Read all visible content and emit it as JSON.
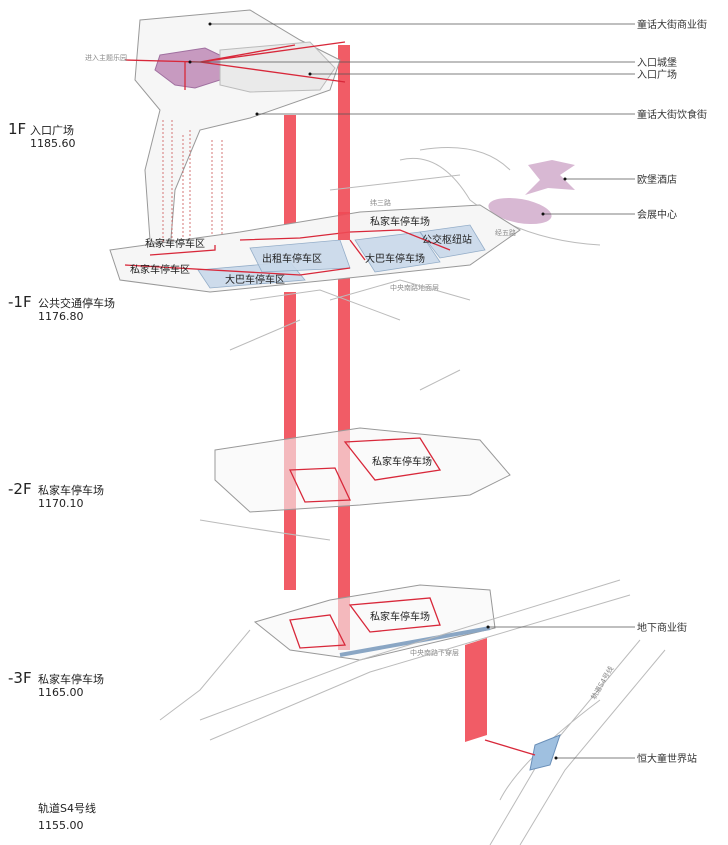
{
  "levels": [
    {
      "code": "1F",
      "name": "入口广场",
      "elevation": "1185.60"
    },
    {
      "code": "-1F",
      "name": "公共交通停车场",
      "elevation": "1176.80"
    },
    {
      "code": "-2F",
      "name": "私家车停车场",
      "elevation": "1170.10"
    },
    {
      "code": "-3F",
      "name": "私家车停车场",
      "elevation": "1165.00"
    },
    {
      "code": "",
      "name": "轨道S4号线",
      "elevation": "1155.00"
    }
  ],
  "callouts": [
    "童话大街商业街",
    "入口城堡",
    "入口广场",
    "童话大街饮食街",
    "欧堡酒店",
    "会展中心",
    "地下商业街",
    "恒大童世界站"
  ],
  "zones": {
    "f1_private_a": "私家车停车区",
    "f1_private_b": "私家车停车区",
    "f1_taxi": "出租车停车区",
    "f1_bus_zone": "大巴车停车区",
    "f1_private_lot": "私家车停车场",
    "f1_bus_lot": "大巴车停车场",
    "f1_bus_hub": "公交枢纽站",
    "f2_private": "私家车停车场",
    "f3_private": "私家车停车场"
  },
  "roads": {
    "wei3": "纬三路",
    "jing5": "经五路",
    "central_ground": "中央南路地面层",
    "central_under": "中央南路下穿层",
    "rail": "轨道S4号线",
    "park_entry": "进入主题乐园"
  },
  "colors": {
    "accent_red": "#ef4a55",
    "zone_blue": "#c9d9ea",
    "purple": "#c79ac0"
  }
}
